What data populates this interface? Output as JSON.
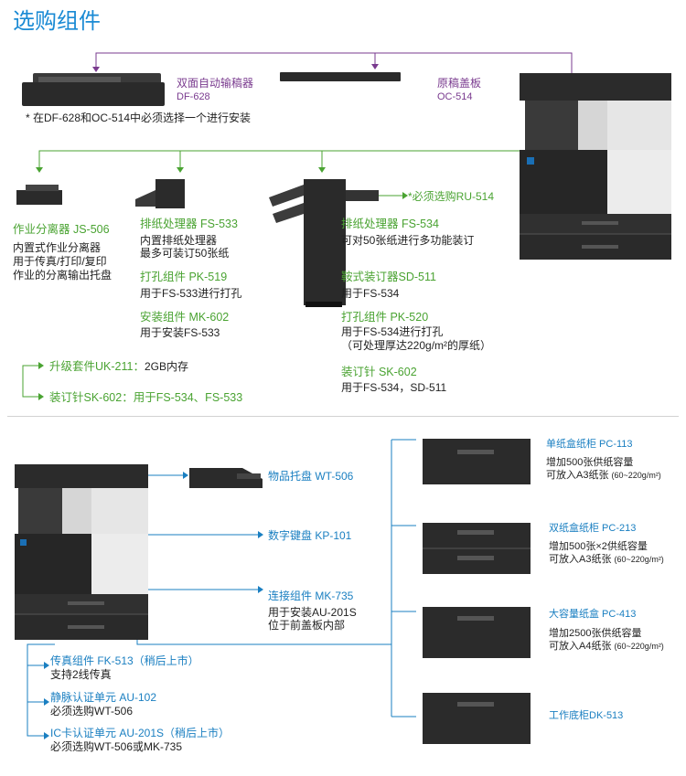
{
  "title": "选购组件",
  "top": {
    "df628": {
      "name": "双面自动输稿器",
      "model": "DF-628"
    },
    "oc514": {
      "name": "原稿盖板",
      "model": "OC-514"
    },
    "note": "* 在DF-628和OC-514中必须选择一个进行安装"
  },
  "js506": {
    "title": "作业分离器 JS-506",
    "lines": [
      "内置式作业分离器",
      "用于传真/打印/复印",
      "作业的分离输出托盘"
    ]
  },
  "fs533": {
    "title": "排纸处理器 FS-533",
    "lines": [
      "内置排纸处理器",
      "最多可装订50张纸"
    ]
  },
  "pk519": {
    "title": "打孔组件 PK-519",
    "desc": "用于FS-533进行打孔"
  },
  "mk602": {
    "title": "安装组件 MK-602",
    "desc": "用于安装FS-533"
  },
  "ru514": {
    "text": "*必须选购RU-514"
  },
  "fs534": {
    "title": "排纸处理器 FS-534",
    "desc": "可对50张纸进行多功能装订"
  },
  "sd511": {
    "title": "鞍式装订器SD-511",
    "desc": "用于FS-534"
  },
  "pk520": {
    "title": "打孔组件 PK-520",
    "lines": [
      "用于FS-534进行打孔",
      "（可处理厚达220g/m²的厚纸）"
    ]
  },
  "sk602": {
    "title": "装订针 SK-602",
    "desc": "用于FS-534，SD-511"
  },
  "uk211": {
    "title": "升级套件UK-211：",
    "desc": "2GB内存"
  },
  "sk602b": {
    "text": "装订针SK-602：用于FS-534、FS-533"
  },
  "wt506": {
    "text": "物品托盘 WT-506"
  },
  "kp101": {
    "text": "数字键盘 KP-101"
  },
  "mk735": {
    "title": "连接组件 MK-735",
    "lines": [
      "用于安装AU-201S",
      "位于前盖板内部"
    ]
  },
  "fk513": {
    "title": "传真组件 FK-513（稍后上市）",
    "desc": "支持2线传真"
  },
  "au102": {
    "title": "静脉认证单元 AU-102",
    "desc": "必须选购WT-506"
  },
  "au201s": {
    "title": "IC卡认证单元 AU-201S（稍后上市）",
    "desc": "必须选购WT-506或MK-735"
  },
  "pc113": {
    "title": "单纸盒纸柜 PC-113",
    "line1": "增加500张供纸容量",
    "line2": "可放入A3纸张",
    "spec": "(60~220g/m²)"
  },
  "pc213": {
    "title": "双纸盒纸柜 PC-213",
    "line1": "增加500张×2供纸容量",
    "line2": "可放入A3纸张",
    "spec": "(60~220g/m²)"
  },
  "pc413": {
    "title": "大容量纸盒 PC-413",
    "line1": "增加2500张供纸容量",
    "line2": "可放入A4纸张",
    "spec": "(60~220g/m²)"
  },
  "dk513": {
    "text": "工作底柜DK-513"
  },
  "colors": {
    "green": "#4aa332",
    "blue": "#1a7fc1",
    "purple": "#7a3b8f",
    "title": "#1a8ad4"
  }
}
